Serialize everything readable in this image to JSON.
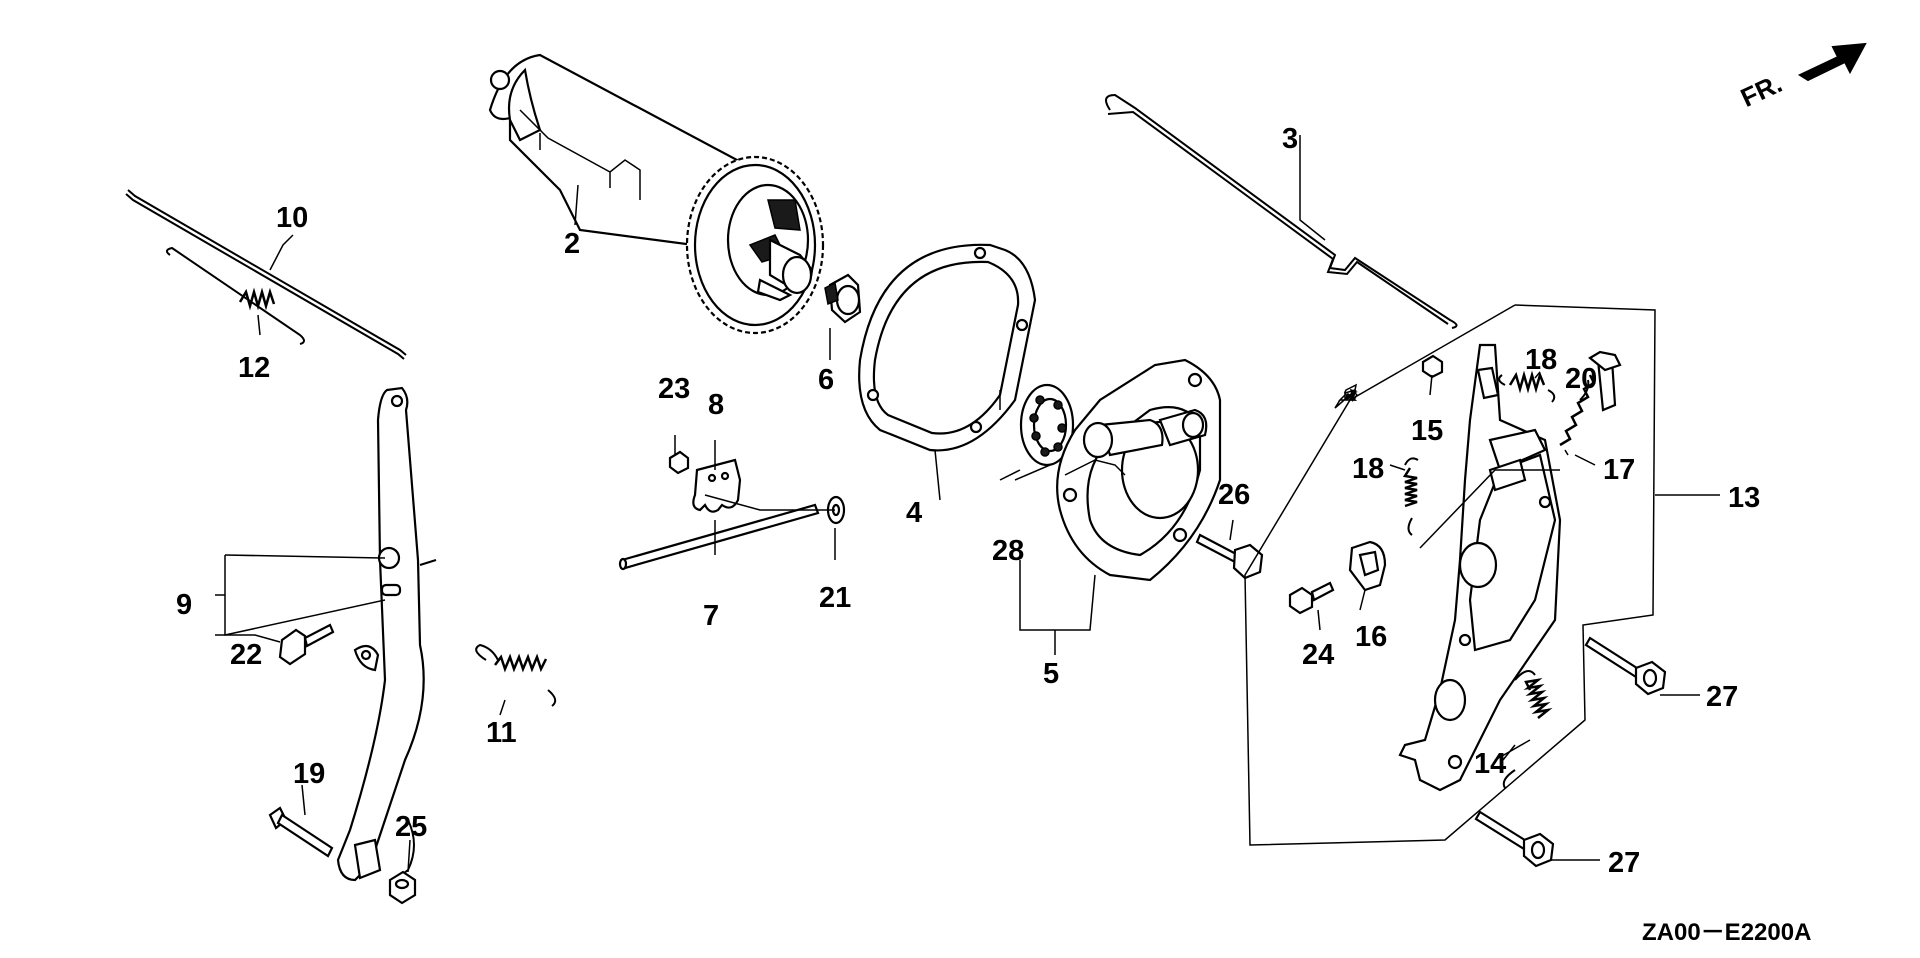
{
  "diagram": {
    "code": "ZA00－E2200A",
    "front_label": "FR.",
    "callouts": {
      "c2": "2",
      "c3": "3",
      "c4": "4",
      "c5": "5",
      "c6": "6",
      "c7": "7",
      "c8": "8",
      "c9": "9",
      "c10": "10",
      "c11": "11",
      "c12": "12",
      "c13": "13",
      "c14": "14",
      "c15": "15",
      "c16": "16",
      "c17": "17",
      "c18a": "18",
      "c18b": "18",
      "c19": "19",
      "c20": "20",
      "c21": "21",
      "c22": "22",
      "c23": "23",
      "c24": "24",
      "c25": "25",
      "c26": "26",
      "c27a": "27",
      "c27b": "27",
      "c28": "28"
    }
  }
}
